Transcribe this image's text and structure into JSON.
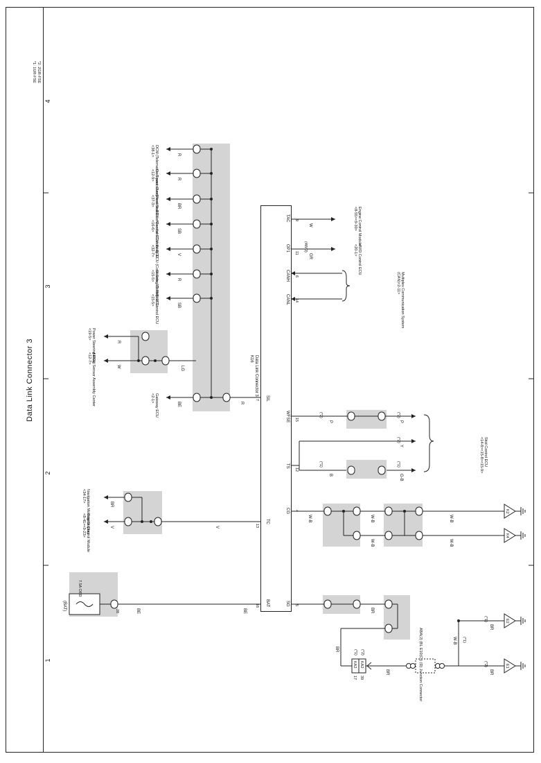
{
  "page": {
    "title": "Data Link Connector 3"
  },
  "grid": {
    "rows": [
      "1",
      "2",
      "3",
      "4"
    ]
  },
  "notes": [
    "*1: 1UR-FSE",
    "*2: 2GR-FSE"
  ],
  "connector": {
    "code": "K16",
    "name": "Data Link Connector 3",
    "pins": [
      {
        "name": "TAC",
        "num": "9"
      },
      {
        "name": "OP1",
        "num": "11"
      },
      {
        "name": "CANH",
        "num": "6"
      },
      {
        "name": "CANL",
        "num": "14"
      },
      {
        "name": "SIL",
        "num": "7"
      },
      {
        "name": "WFSE",
        "num": "15"
      },
      {
        "name": "TS",
        "num": "12"
      },
      {
        "name": "CG",
        "num": "4"
      },
      {
        "name": "TC",
        "num": "13"
      },
      {
        "name": "SG",
        "num": "5"
      },
      {
        "name": "BAT",
        "num": "16"
      }
    ]
  },
  "bus_wires": [
    {
      "ecu": "DCM (Telematics Transceiver)",
      "ref": "<38-1>",
      "color": "R"
    },
    {
      "ecu": "Occupant Classification ECU",
      "ref": "<12-9>",
      "color": "R"
    },
    {
      "ecu": "Front Stabilizer Control ECU",
      "ref": "<37-3>",
      "color": "BR"
    },
    {
      "ecu": "Absorber Control ECU",
      "ref": "<16-6>",
      "color": "SB"
    },
    {
      "ecu": "Body ECU (Cowl Side J/B RH)",
      "ref": "<32-7>",
      "color": "V"
    },
    {
      "ecu": "Steering Control ECU",
      "ref": "<15-5>",
      "color": "R"
    },
    {
      "ecu": "Skid Control ECU",
      "ref": "<15-5>",
      "color": "SB"
    },
    {
      "ecu": "Airbag Sensor Assembly Center",
      "ref": "<12-7>",
      "color": "W"
    },
    {
      "ecu": "Power Steering ECU",
      "ref": "<19-5>",
      "color": "R"
    },
    {
      "ecu": "Gateway ECU",
      "ref": "<2-1>",
      "color": "BE"
    }
  ],
  "right_labels": {
    "tac": {
      "ecu": "Engine Control Module",
      "ref": "<8-55><9-30>",
      "color": "W"
    },
    "op1": {
      "ecu": "4WD Control ECU",
      "ref": "<20-1>",
      "note": "(4WD)",
      "color": "GR"
    },
    "can": {
      "ecu": "Multiplex Communication System",
      "ref": "(CAN)<2-11>"
    },
    "skid": {
      "ecu": "Skid Control ECU",
      "ref": "<14-8><15-8><15-9>"
    }
  },
  "left_labels": {
    "ecm": {
      "ecu": "Engine Control Module",
      "ref": "<8-41><9-23>",
      "color": "V"
    },
    "nav": {
      "ecu": "Navigation Module Display",
      "ref": "<34-17>",
      "color": "BR"
    },
    "bat": {
      "label": "(BAT)",
      "fuse": "7.5A OBD",
      "pin": "28",
      "color": "BE"
    }
  },
  "wire_colors": {
    "sil": "R",
    "lg": "LG",
    "tc": "V",
    "bat": "BE",
    "wfse_a": "P",
    "wfse_b": "P",
    "ts_a": "B",
    "ts_b": "G-B",
    "ts_y": "Y",
    "cg": "W-B",
    "sg": "BR",
    "gnd": "W-B"
  },
  "variant_tags": {
    "v1": "(*1)",
    "v2": "(*2)"
  },
  "grounds": [
    "K2",
    "K4",
    "E2",
    "E1"
  ],
  "bottom_connector": {
    "name": "ABA(J) (BL E10(C)) (D) Junction Connector",
    "tags": [
      "KA2",
      "KA2"
    ],
    "pins": [
      "17",
      "39"
    ]
  },
  "colors": {
    "shade": "#d4d4d4",
    "ink": "#222222"
  }
}
